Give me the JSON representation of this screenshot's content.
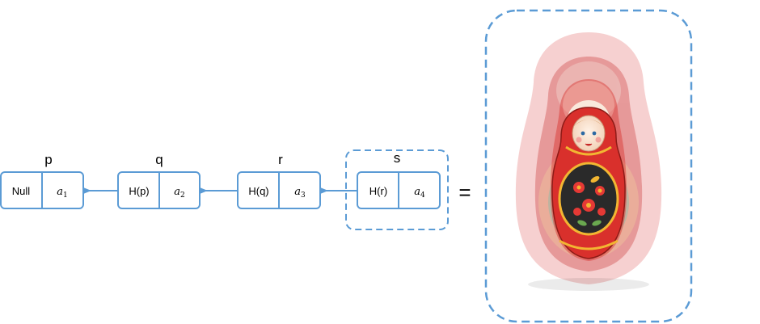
{
  "colors": {
    "node_stroke": "#5b9bd5",
    "dashed_stroke": "#5b9bd5",
    "arrow": "#5b9bd5",
    "doll_red": "#d9302c",
    "doll_gold": "#f2b632",
    "doll_black": "#2a2a2a",
    "doll_face": "#f7e1cf"
  },
  "nodes": [
    {
      "id": "p",
      "label": "p",
      "pointer": "Null",
      "value_base": "a",
      "value_sub": "1"
    },
    {
      "id": "q",
      "label": "q",
      "pointer": "H(p)",
      "value_base": "a",
      "value_sub": "2"
    },
    {
      "id": "r",
      "label": "r",
      "pointer": "H(q)",
      "value_base": "a",
      "value_sub": "3"
    },
    {
      "id": "s",
      "label": "s",
      "pointer": "H(r)",
      "value_base": "a",
      "value_sub": "4"
    }
  ],
  "equals_sign": "=",
  "illustration": "nested-matryoshka-dolls"
}
